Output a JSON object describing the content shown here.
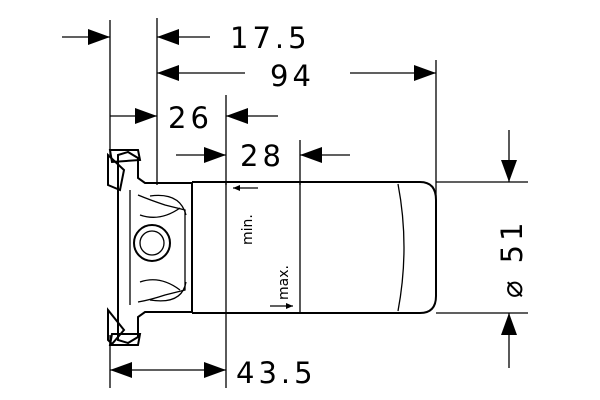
{
  "dimensions": {
    "d_17_5": "17.5",
    "d_94": "94",
    "d_26": "26",
    "d_28": "28",
    "d_43_5": "43.5",
    "d_diameter": "⌀ 51"
  },
  "labels": {
    "min": "min.",
    "max": "max."
  }
}
